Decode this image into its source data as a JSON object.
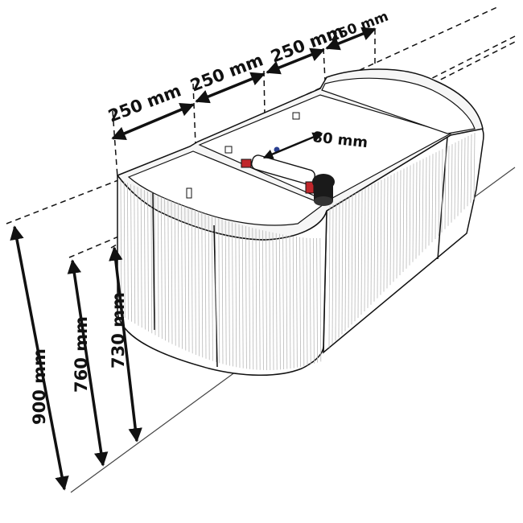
{
  "dimensions": {
    "width_1": "250 mm",
    "width_2": "250 mm",
    "width_3": "250 mm",
    "width_4": "250 mm",
    "drain_offset": "80 mm",
    "height_total": "900 mm",
    "height_top": "760 mm",
    "height_bottom": "730 mm"
  },
  "colors": {
    "line": "#111111",
    "panel": "#ffffff",
    "groove": "#b8b8b8",
    "shadow": "#e6e6e6",
    "accent_red": "#c0262b",
    "accent_blue": "#2a3f8f"
  }
}
